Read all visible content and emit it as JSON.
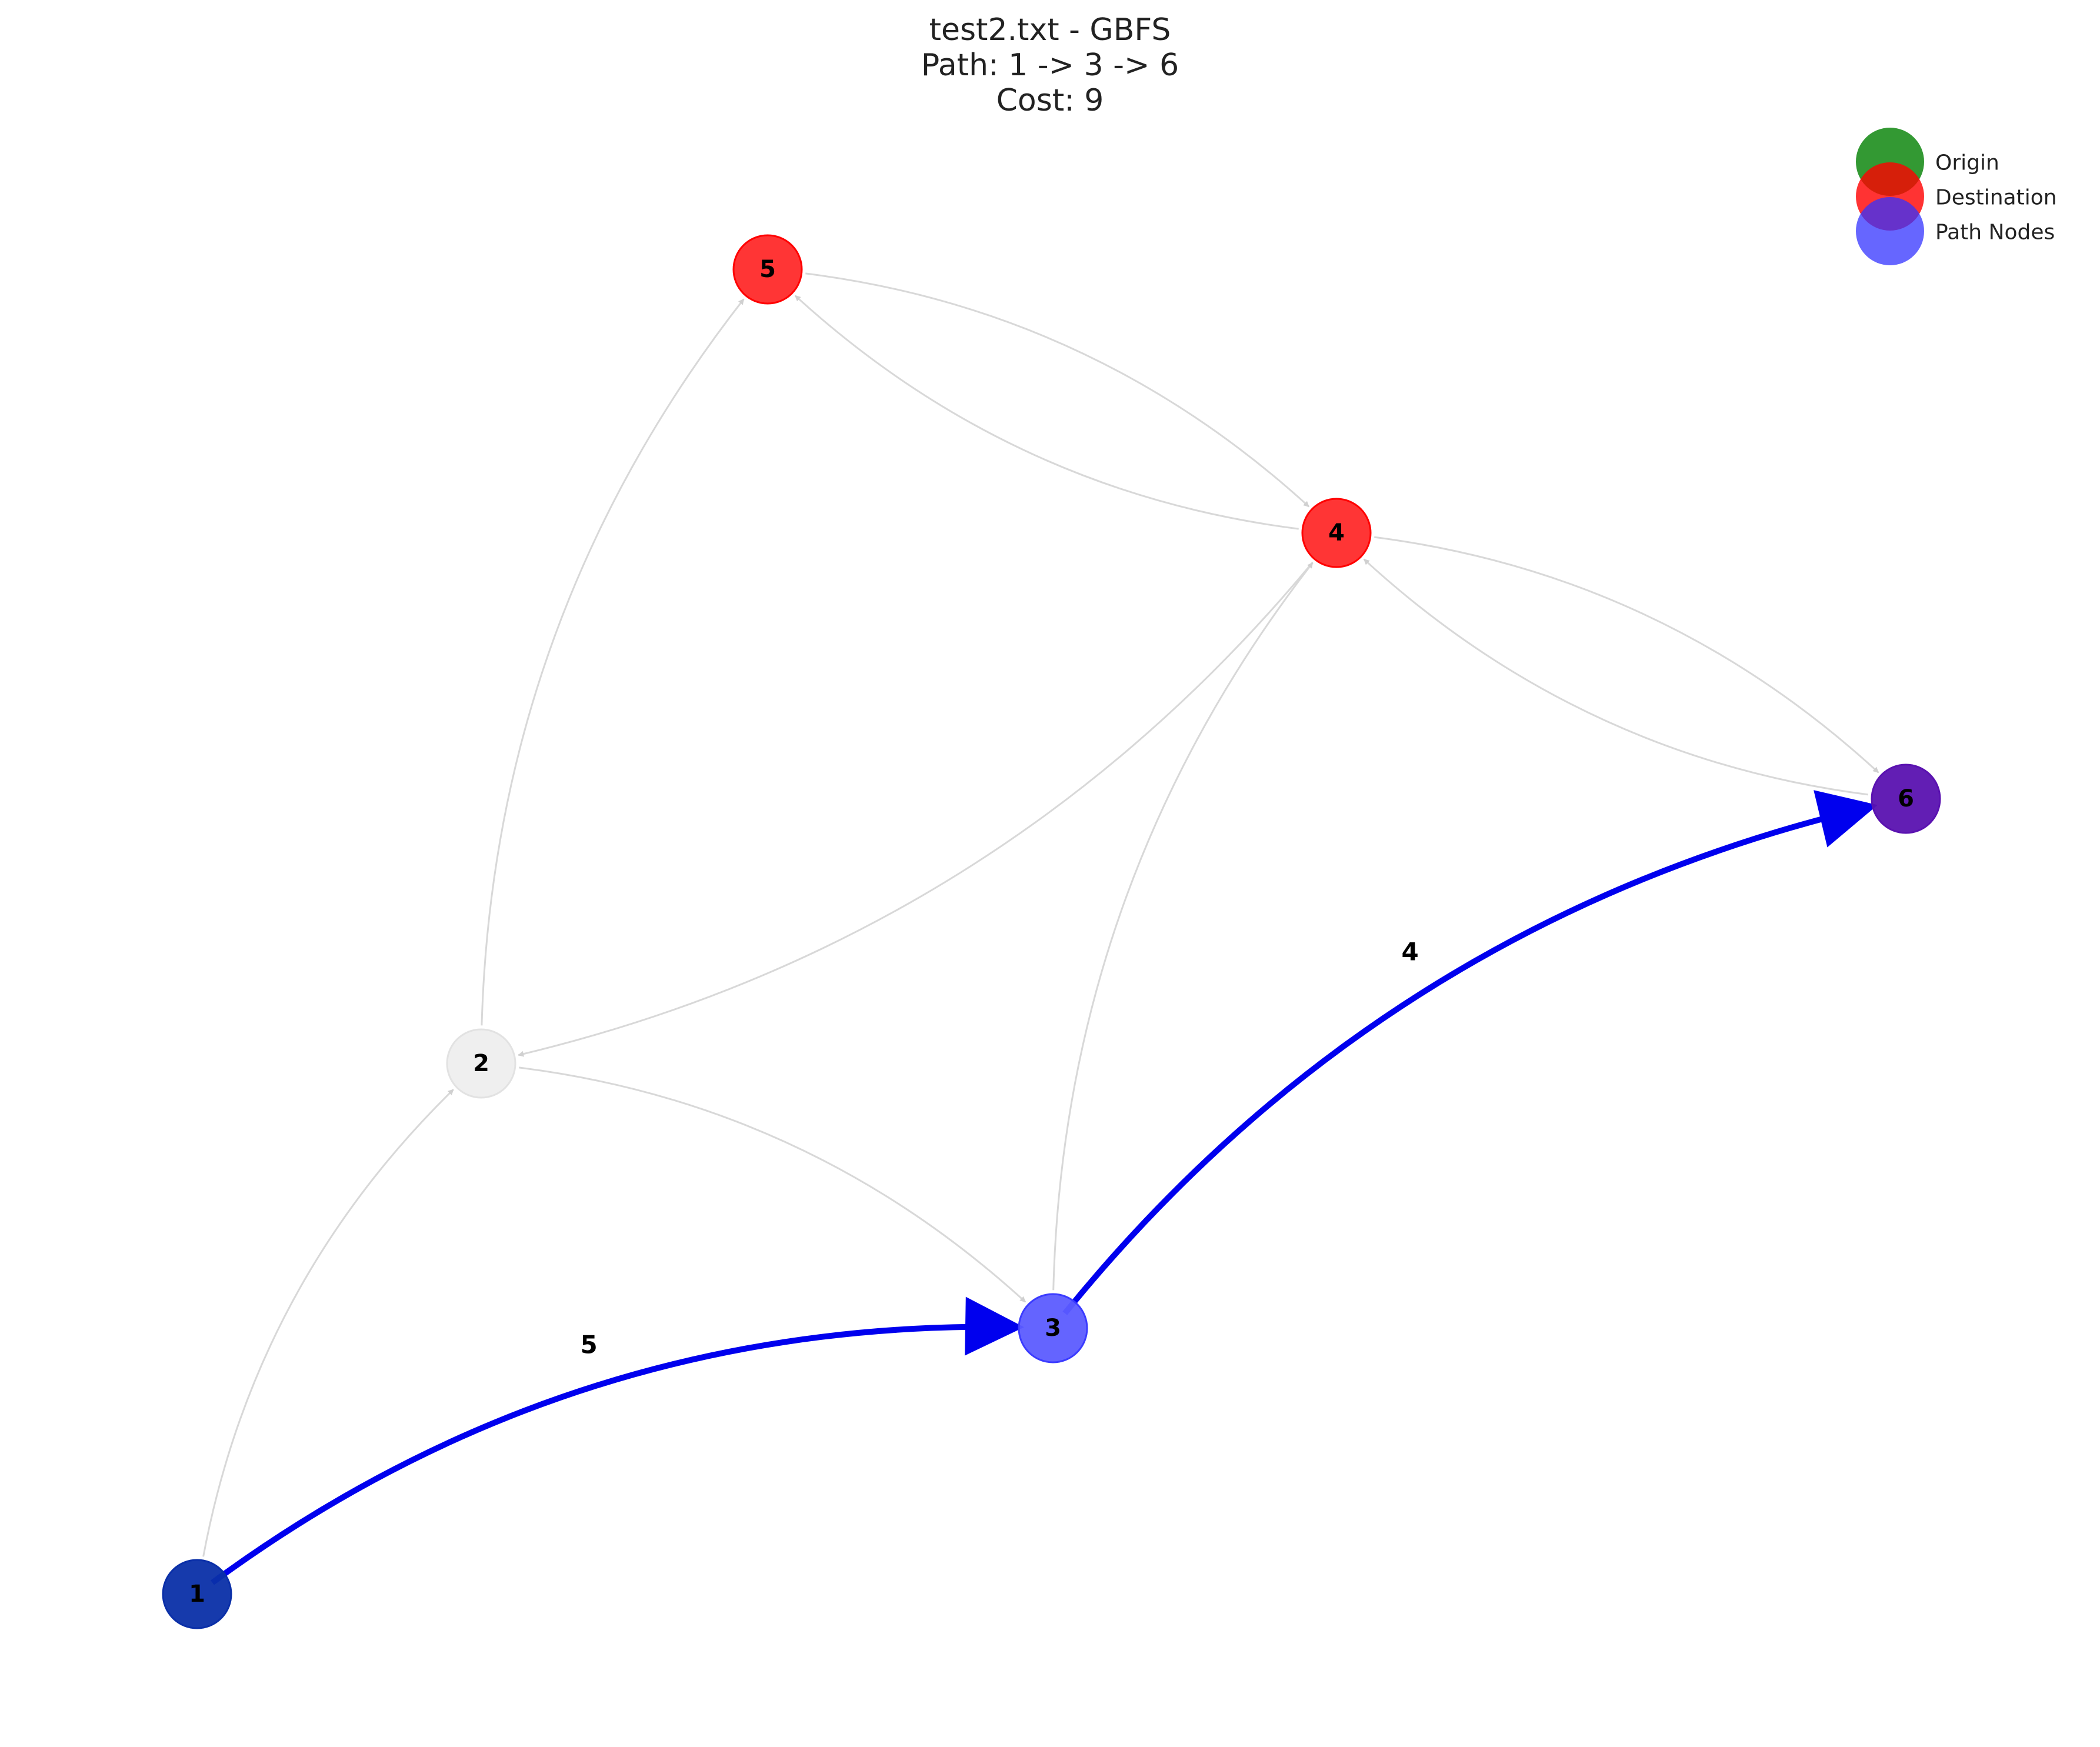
{
  "title": {
    "line1": "test2.txt - GBFS",
    "line2": "Path: 1 -> 3 -> 6",
    "line3": "Cost: 9"
  },
  "legend": [
    {
      "label": "Origin",
      "color": "#008000"
    },
    {
      "label": "Destination",
      "color": "#ff0000"
    },
    {
      "label": "Path Nodes",
      "color": "#3333ff"
    }
  ],
  "nodes": [
    {
      "id": "1",
      "color": "#0a2fa8",
      "border": "#0a2fa8"
    },
    {
      "id": "2",
      "color": "#eeeeee",
      "border": "#e2e2e2"
    },
    {
      "id": "3",
      "color": "#5c5cff",
      "border": "#3b3bff"
    },
    {
      "id": "4",
      "color": "#ff2a2a",
      "border": "#ff0000"
    },
    {
      "id": "5",
      "color": "#ff2a2a",
      "border": "#ff0000"
    },
    {
      "id": "6",
      "color": "#5a12b0",
      "border": "#5a12b0"
    }
  ],
  "edges": [
    {
      "from": "1",
      "to": "2",
      "path": false
    },
    {
      "from": "2",
      "to": "5",
      "path": false
    },
    {
      "from": "2",
      "to": "3",
      "path": false
    },
    {
      "from": "4",
      "to": "2",
      "path": false
    },
    {
      "from": "5",
      "to": "4",
      "path": false
    },
    {
      "from": "4",
      "to": "5",
      "path": false
    },
    {
      "from": "3",
      "to": "4",
      "path": false
    },
    {
      "from": "4",
      "to": "6",
      "path": false
    },
    {
      "from": "6",
      "to": "4",
      "path": false
    },
    {
      "from": "1",
      "to": "3",
      "path": true,
      "label": "5"
    },
    {
      "from": "3",
      "to": "6",
      "path": true,
      "label": "4"
    }
  ],
  "colors": {
    "path_edge": "#0000ee",
    "other_edge": "#d8d8d8"
  }
}
